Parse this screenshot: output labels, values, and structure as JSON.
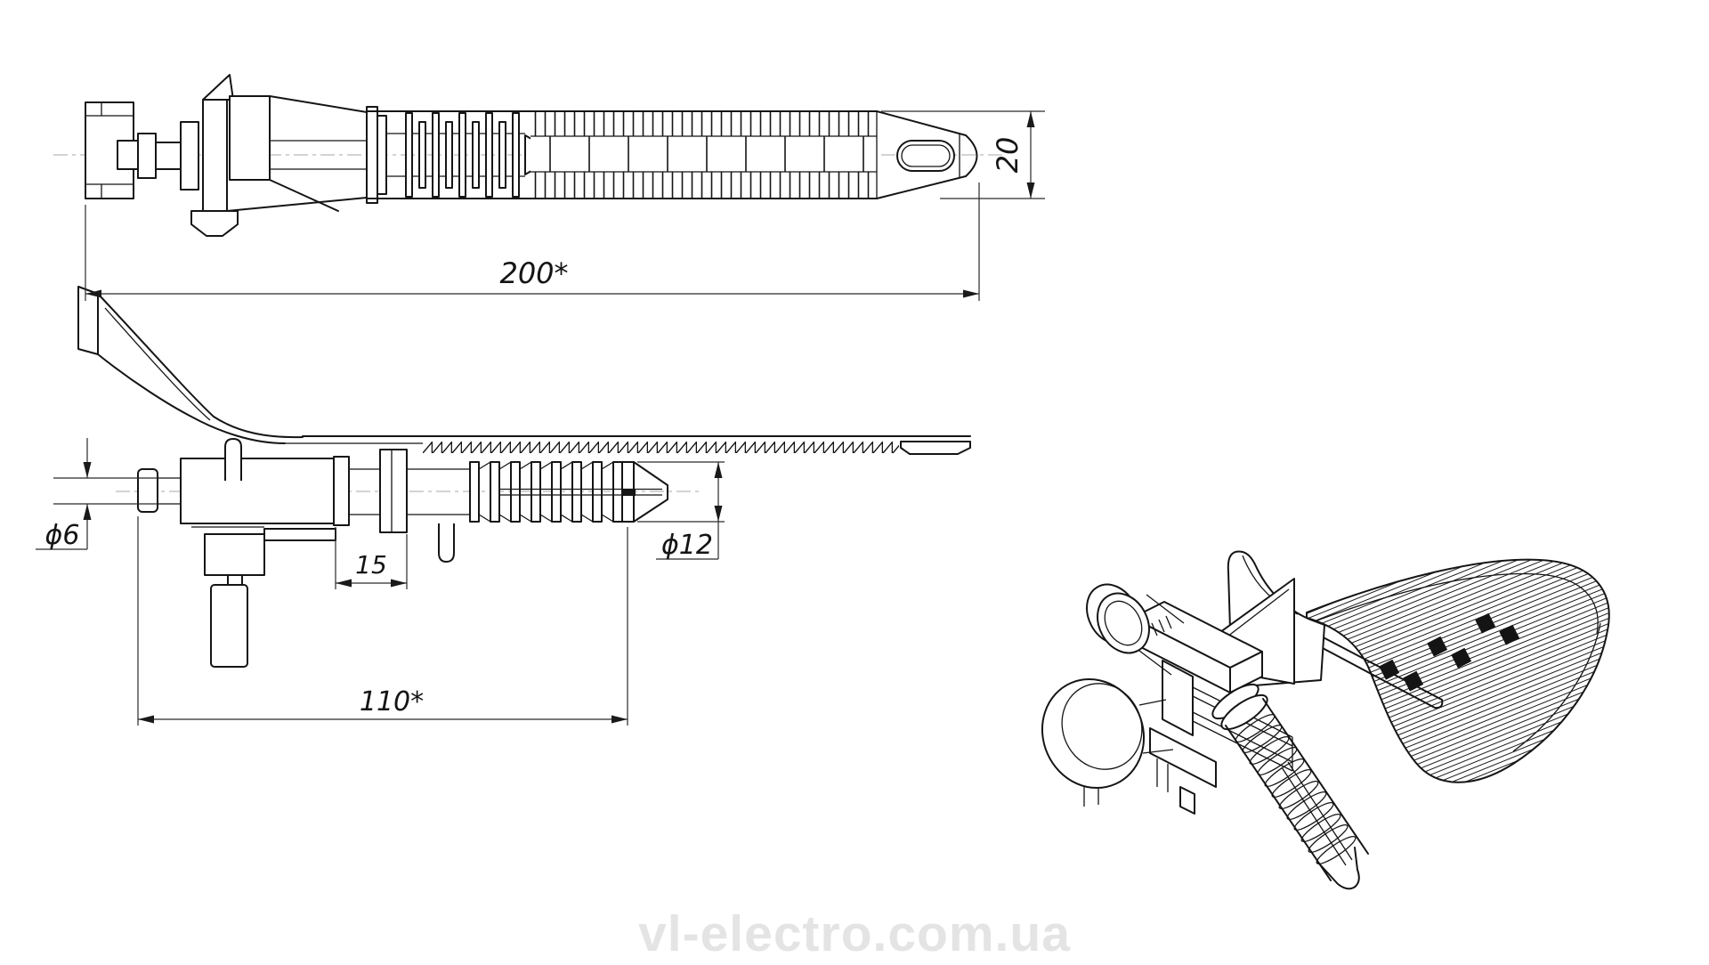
{
  "page": {
    "background": "#ffffff"
  },
  "drawing": {
    "line_color": "#151515",
    "dim_color": "#2a2a2a",
    "centerline_color": "#b9b9b9",
    "dimensions": {
      "total_length": "200*",
      "tip_width": "20",
      "pin_diameter": "ϕ6",
      "flange_gap": "15",
      "dowel_diameter": "ϕ12",
      "body_length": "110*"
    },
    "watermark": {
      "text": "vl-electro.com.ua",
      "color": "#e4e4e4"
    }
  }
}
